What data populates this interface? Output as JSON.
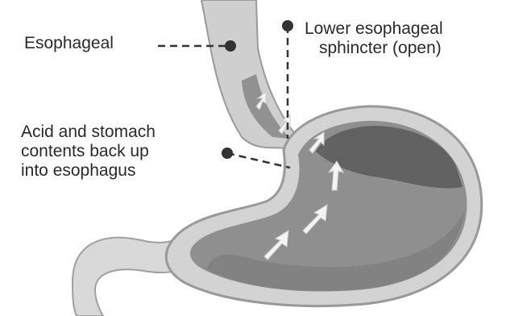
{
  "labels": {
    "esophageal": "Esophageal",
    "les_line1": "Lower esophageal",
    "les_line2": "sphincter (open)",
    "acid_line1": "Acid and stomach",
    "acid_line2": "contents back up",
    "acid_line3": "into esophagus"
  },
  "colors": {
    "tissue_outer": "#c8c8c8",
    "tissue_inner": "#e9e9e9",
    "lumen": "#8e8e8e",
    "acid": "#5e5e5e",
    "arrow": "#f2f2f2",
    "leader": "#333333"
  }
}
